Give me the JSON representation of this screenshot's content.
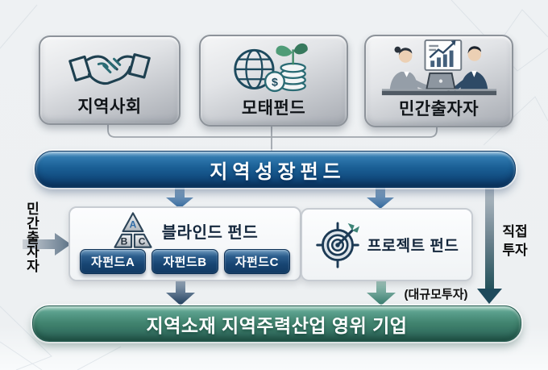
{
  "top_sources": [
    {
      "label": "지역사회",
      "icon": "handshake-icon"
    },
    {
      "label": "모태펀드",
      "icon": "globe-coins-icon"
    },
    {
      "label": "민간출자자",
      "icon": "meeting-icon"
    }
  ],
  "main_fund": {
    "label": "지역성장펀드"
  },
  "flows": {
    "left_label": "민간출자자",
    "right_label_line1": "직접",
    "right_label_line2": "투자",
    "project_note": "(대규모투자)"
  },
  "blind_fund": {
    "title": "블라인드 펀드",
    "triangle": {
      "a": "A",
      "b": "B",
      "c": "C"
    },
    "sub_funds": [
      "자펀드A",
      "자펀드B",
      "자펀드C"
    ]
  },
  "project_fund": {
    "title": "프로젝트 펀드"
  },
  "bottom_target": {
    "label": "지역소재 지역주력산업 영위 기업"
  },
  "icon_glyphs": {
    "dollar": "$"
  },
  "colors": {
    "main_fund_banner": "#14558a",
    "target_banner": "#3f8172",
    "sub_fund_button": "#1c4a77",
    "metal_box": "#c4c8cd",
    "arrow_blue": "#31669a",
    "arrow_navy": "#1f3d5c",
    "arrow_teal": "#357a6c",
    "direct_invest_arrow": "#1e4a5c"
  }
}
